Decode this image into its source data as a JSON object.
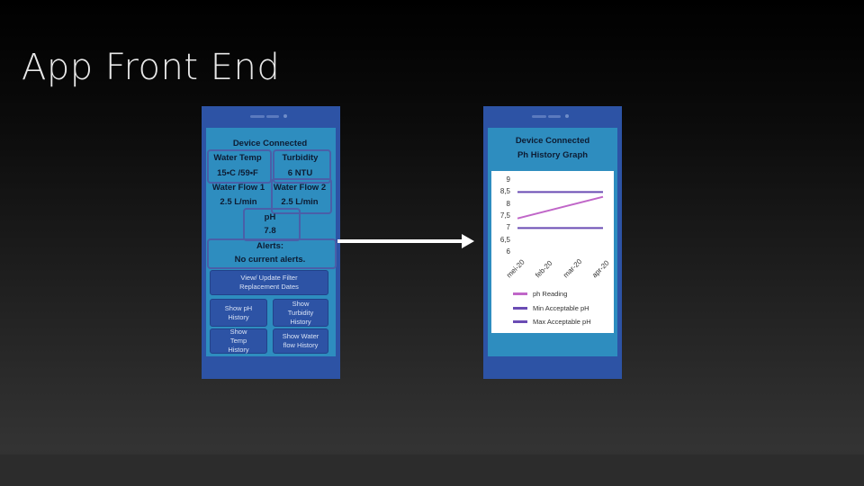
{
  "slide": {
    "title": "App Front End"
  },
  "phone1": {
    "device_status": "Device Connected",
    "water_temp_label": "Water Temp",
    "water_temp_value": "15•C /59•F",
    "turbidity_label": "Turbidity",
    "turbidity_value": "6 NTU",
    "flow1_label": "Water Flow 1",
    "flow1_value": "2.5 L/min",
    "flow2_label": "Water Flow 2",
    "flow2_value": "2.5 L/min",
    "ph_label": "pH",
    "ph_value": "7.8",
    "alerts_label": "Alerts:",
    "alerts_value": "No current alerts.",
    "buttons": {
      "filter": "View/ Update Filter Replacement Dates",
      "ph_history": "Show pH History",
      "turbidity_history": "Show Turbidity History",
      "temp_history": "Show Temp History",
      "flow_history": "Show Water flow History"
    }
  },
  "phone2": {
    "device_status": "Device Connected",
    "graph_title": "Ph History Graph",
    "y_ticks": [
      "9",
      "8,5",
      "8",
      "7,5",
      "7",
      "6,5",
      "6"
    ],
    "x_ticks": [
      "mei-20",
      "feb-20",
      "mar-20",
      "apr-20"
    ],
    "legend": [
      "ph Reading",
      "Min Acceptable pH",
      "Max Acceptable pH"
    ]
  },
  "colors": {
    "phone_frame": "#2d53a5",
    "screen": "#2e8dbf",
    "ph_reading": "#c066c8",
    "min_ph": "#6a4cb4",
    "max_ph": "#6a4cb4"
  },
  "chart_data": {
    "type": "line",
    "ylim": [
      6,
      9
    ],
    "x": [
      "mei-20",
      "feb-20",
      "mar-20",
      "apr-20"
    ],
    "series": [
      {
        "name": "ph Reading",
        "values": [
          7.4,
          7.7,
          8.0,
          8.3
        ]
      },
      {
        "name": "Min Acceptable pH",
        "values": [
          7.0,
          7.0,
          7.0,
          7.0
        ]
      },
      {
        "name": "Max Acceptable pH",
        "values": [
          8.5,
          8.5,
          8.5,
          8.5
        ]
      }
    ]
  }
}
